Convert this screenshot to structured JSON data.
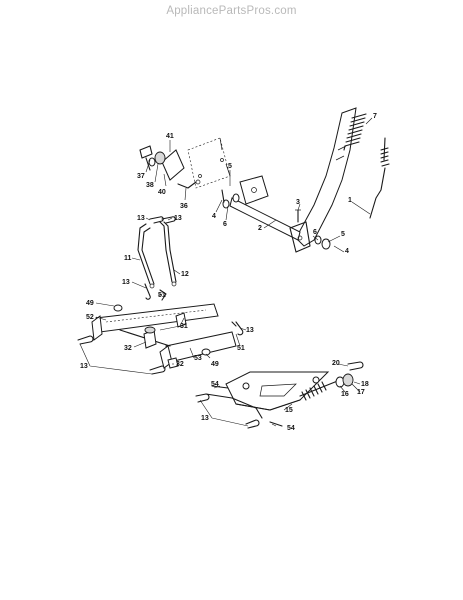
{
  "watermark": "AppliancePartsPros.com",
  "callouts": [
    {
      "id": "c41a",
      "text": "41"
    },
    {
      "id": "c37",
      "text": "37"
    },
    {
      "id": "c38",
      "text": "38"
    },
    {
      "id": "c40",
      "text": "40"
    },
    {
      "id": "c36",
      "text": "36"
    },
    {
      "id": "c5a",
      "text": "5"
    },
    {
      "id": "c4a",
      "text": "4"
    },
    {
      "id": "c6a",
      "text": "6"
    },
    {
      "id": "c7",
      "text": "7"
    },
    {
      "id": "c1",
      "text": "1"
    },
    {
      "id": "c3",
      "text": "3"
    },
    {
      "id": "c2",
      "text": "2"
    },
    {
      "id": "c6b",
      "text": "6"
    },
    {
      "id": "c5b",
      "text": "5"
    },
    {
      "id": "c4b",
      "text": "4"
    },
    {
      "id": "c13a",
      "text": "13"
    },
    {
      "id": "c13b",
      "text": "13"
    },
    {
      "id": "c11",
      "text": "11"
    },
    {
      "id": "c12",
      "text": "12"
    },
    {
      "id": "c13c",
      "text": "13"
    },
    {
      "id": "c51a",
      "text": "51"
    },
    {
      "id": "c49a",
      "text": "49"
    },
    {
      "id": "c52",
      "text": "52"
    },
    {
      "id": "c31",
      "text": "31"
    },
    {
      "id": "c13d",
      "text": "13"
    },
    {
      "id": "c51b",
      "text": "51"
    },
    {
      "id": "c32a",
      "text": "32"
    },
    {
      "id": "c32b",
      "text": "32"
    },
    {
      "id": "c53",
      "text": "53"
    },
    {
      "id": "c49b",
      "text": "49"
    },
    {
      "id": "c13e",
      "text": "13"
    },
    {
      "id": "c20",
      "text": "20"
    },
    {
      "id": "c54a",
      "text": "54"
    },
    {
      "id": "c18",
      "text": "18"
    },
    {
      "id": "c16",
      "text": "16"
    },
    {
      "id": "c17",
      "text": "17"
    },
    {
      "id": "c15",
      "text": "15"
    },
    {
      "id": "c13f",
      "text": "13"
    },
    {
      "id": "c54b",
      "text": "54"
    }
  ]
}
